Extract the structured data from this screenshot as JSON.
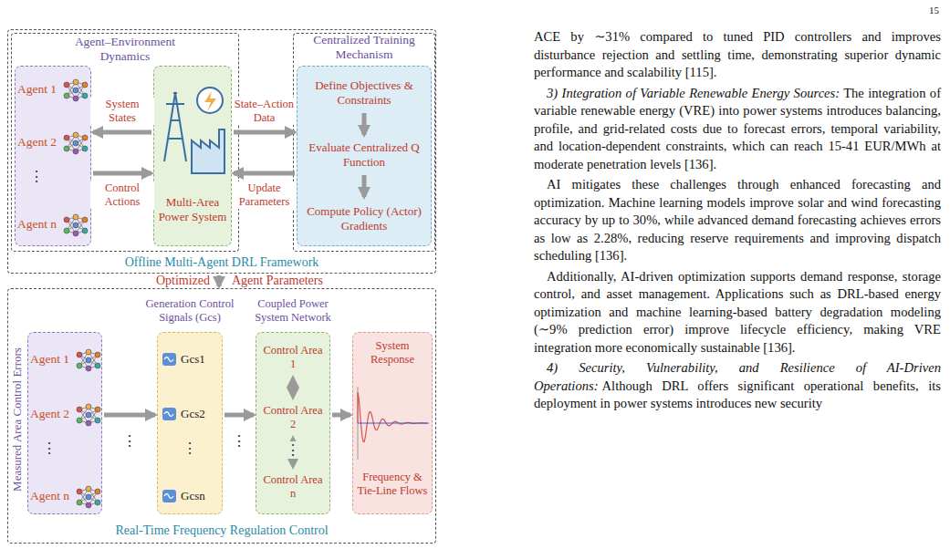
{
  "diagram": {
    "nodes": [
      {
        "text": [
          "Offline Multi-Agent DRL Framework"
        ]
      },
      {
        "text": [
          "Agent–Environment Dynamics"
        ],
        "in": 0
      },
      {
        "text": [
          "Agent 1",
          "Agent 2",
          "⋮",
          "Agent n"
        ],
        "in": 1
      },
      {
        "text": [
          "Multi-Area Power System"
        ],
        "in": 1
      },
      {
        "text": [
          "Centralized Training Mechanism"
        ],
        "in": 0
      },
      {
        "text": [
          "Define Objectives & Constraints"
        ],
        "in": 4
      },
      {
        "text": [
          "Evaluate Centralized Q Function"
        ],
        "in": 4
      },
      {
        "text": [
          "Compute Policy (Actor) Gradients"
        ],
        "in": 4
      },
      {
        "text": [
          "Real-Time Frequency Regulation Control"
        ]
      },
      {
        "text": [
          "Agent 1",
          "Agent 2",
          "⋮",
          "Agent n"
        ],
        "in": 8
      },
      {
        "text": [
          "Generation Control Signals (Gcs)",
          "Gcs1",
          "Gcs2",
          "⋮",
          "Gcsn"
        ],
        "in": 8
      },
      {
        "text": [
          "Coupled Power System Network",
          "⋮"
        ],
        "in": 8
      },
      {
        "text": [
          "Control Area 1"
        ],
        "in": 11
      },
      {
        "text": [
          "Control Area 2"
        ],
        "in": 11
      },
      {
        "text": [
          "Control Area n"
        ],
        "in": 11
      },
      {
        "text": [
          "System Response",
          "Frequency & Tie-Line Flows"
        ],
        "in": 8
      }
    ],
    "edges": [
      {
        "from": 3,
        "to": 2,
        "label": "System States",
        "arrow": "to"
      },
      {
        "from": 2,
        "to": 3,
        "label": "Control Actions",
        "arrow": "to"
      },
      {
        "from": 3,
        "to": 4,
        "label": "State–Action Data",
        "arrow": "to"
      },
      {
        "from": 4,
        "to": 3,
        "label": "Update Parameters",
        "arrow": "to"
      },
      {
        "from": 5,
        "to": 6,
        "arrow": "to"
      },
      {
        "from": 6,
        "to": 7,
        "arrow": "to"
      },
      {
        "from": 0,
        "to": 8,
        "arrow": "to"
      },
      {
        "from": 9,
        "to": 10,
        "arrow": "to"
      },
      {
        "from": 10,
        "to": 11,
        "arrow": "to"
      },
      {
        "from": 11,
        "to": 15,
        "arrow": "to"
      },
      {
        "from": 12,
        "to": 13,
        "arrow": "both"
      },
      {
        "from": 13,
        "to": 14,
        "arrow": "both"
      }
    ],
    "labels": [
      "15",
      "Optimized",
      "Agent Parameters",
      "Measured Area Control Errors",
      "⋮",
      "⋮",
      "ACE by ∼31% compared to tuned PID controllers and improves disturbance rejection and settling time, demonstrating superior dynamic performance and scalability [115].",
      "3) Integration of Variable Renewable Energy Sources:",
      "The integration of variable renewable energy (VRE) into power systems introduces balancing, profile, and grid-related costs due to forecast errors, temporal variability, and location-dependent constraints, which can reach 15-41 EUR/MWh at moderate penetration levels [136].",
      "AI mitigates these challenges through enhanced forecasting and optimization. Machine learning models improve solar and wind forecasting accuracy by up to 30%, while advanced demand forecasting achieves errors as low as 2.28%, reducing reserve requirements and improving dispatch scheduling [136].",
      "Additionally, AI-driven optimization supports demand response, storage control, and asset management. Applications such as DRL-based energy optimization and machine learning-based battery degradation modeling (∼9% prediction error) improve lifecycle efficiency, making VRE integration more economically sustainable [136].",
      "4) Security, Vulnerability, and Resilience of AI-Driven Operations:",
      "Although DRL offers significant operational benefits, its deployment in power systems introduces new security"
    ]
  }
}
